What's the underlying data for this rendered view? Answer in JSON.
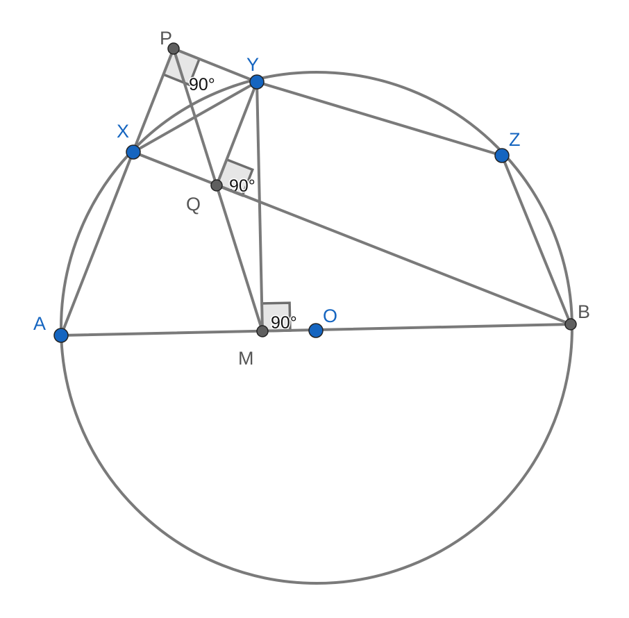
{
  "diagram": {
    "colors": {
      "line": "#7a7a7a",
      "free_point": "#1565c0",
      "dependent_point": "#5f5f5f",
      "free_label": "#1565c0",
      "dependent_label": "#555555"
    },
    "points": {
      "P": {
        "label": "P",
        "kind": "dependent"
      },
      "Y": {
        "label": "Y",
        "kind": "free"
      },
      "X": {
        "label": "X",
        "kind": "free"
      },
      "Z": {
        "label": "Z",
        "kind": "free"
      },
      "Q": {
        "label": "Q",
        "kind": "dependent"
      },
      "A": {
        "label": "A",
        "kind": "free"
      },
      "M": {
        "label": "M",
        "kind": "dependent"
      },
      "O": {
        "label": "O",
        "kind": "free"
      },
      "B": {
        "label": "B",
        "kind": "dependent"
      }
    },
    "right_angles": [
      {
        "vertex": "P",
        "label": "90°"
      },
      {
        "vertex": "Q",
        "label": "90°"
      },
      {
        "vertex": "M",
        "label": "90°"
      }
    ],
    "segments": [
      [
        "P",
        "Y"
      ],
      [
        "Y",
        "Z"
      ],
      [
        "Z",
        "B"
      ],
      [
        "A",
        "P"
      ],
      [
        "X",
        "Y"
      ],
      [
        "X",
        "B"
      ],
      [
        "P",
        "M"
      ],
      [
        "Y",
        "Q"
      ],
      [
        "Y",
        "M"
      ],
      [
        "A",
        "B"
      ]
    ],
    "circle": {
      "center": "O"
    }
  }
}
